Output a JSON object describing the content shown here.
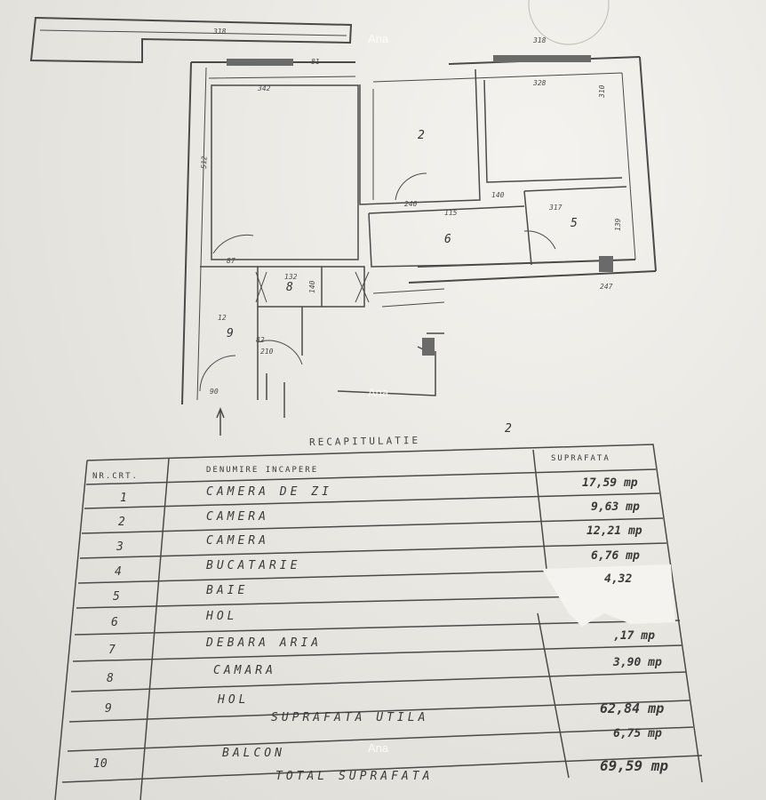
{
  "watermark": "Ana",
  "plan": {
    "rooms": [
      {
        "id": "2",
        "label": "2"
      },
      {
        "id": "5",
        "label": "5"
      },
      {
        "id": "6",
        "label": "6"
      },
      {
        "id": "8",
        "label": "8"
      },
      {
        "id": "9",
        "label": "9"
      }
    ],
    "floor_mark": "2"
  },
  "table": {
    "title": "RECAPITULATIE",
    "headers": [
      "NR.CRT.",
      "DENUMIRE INCAPERE",
      "SUPRAFATA"
    ],
    "rows": [
      {
        "nr": "1",
        "name": "CAMERA DE ZI",
        "area": "17,59 mp"
      },
      {
        "nr": "2",
        "name": "CAMERA",
        "area": "9,63 mp"
      },
      {
        "nr": "3",
        "name": "CAMERA",
        "area": "12,21 mp"
      },
      {
        "nr": "4",
        "name": "BUCATARIE",
        "area": "6,76 mp"
      },
      {
        "nr": "5",
        "name": "BAIE",
        "area": "4,32"
      },
      {
        "nr": "6",
        "name": "HOL",
        "area": ""
      },
      {
        "nr": "7",
        "name": "DEBARA ARIA",
        "area": ",17 mp"
      },
      {
        "nr": "8",
        "name": "CAMARA",
        "area": "3,90 mp"
      },
      {
        "nr": "9",
        "name": "HOL",
        "area": ""
      }
    ],
    "useful_label": "SUPRAFATA UTILA",
    "useful_value": "62,84 mp",
    "balcony_nr": "10",
    "balcony_label": "BALCON",
    "balcony_value": "6,75 mp",
    "total_label": "TOTAL SUPRAFATA",
    "total_value": "69,59 mp"
  }
}
